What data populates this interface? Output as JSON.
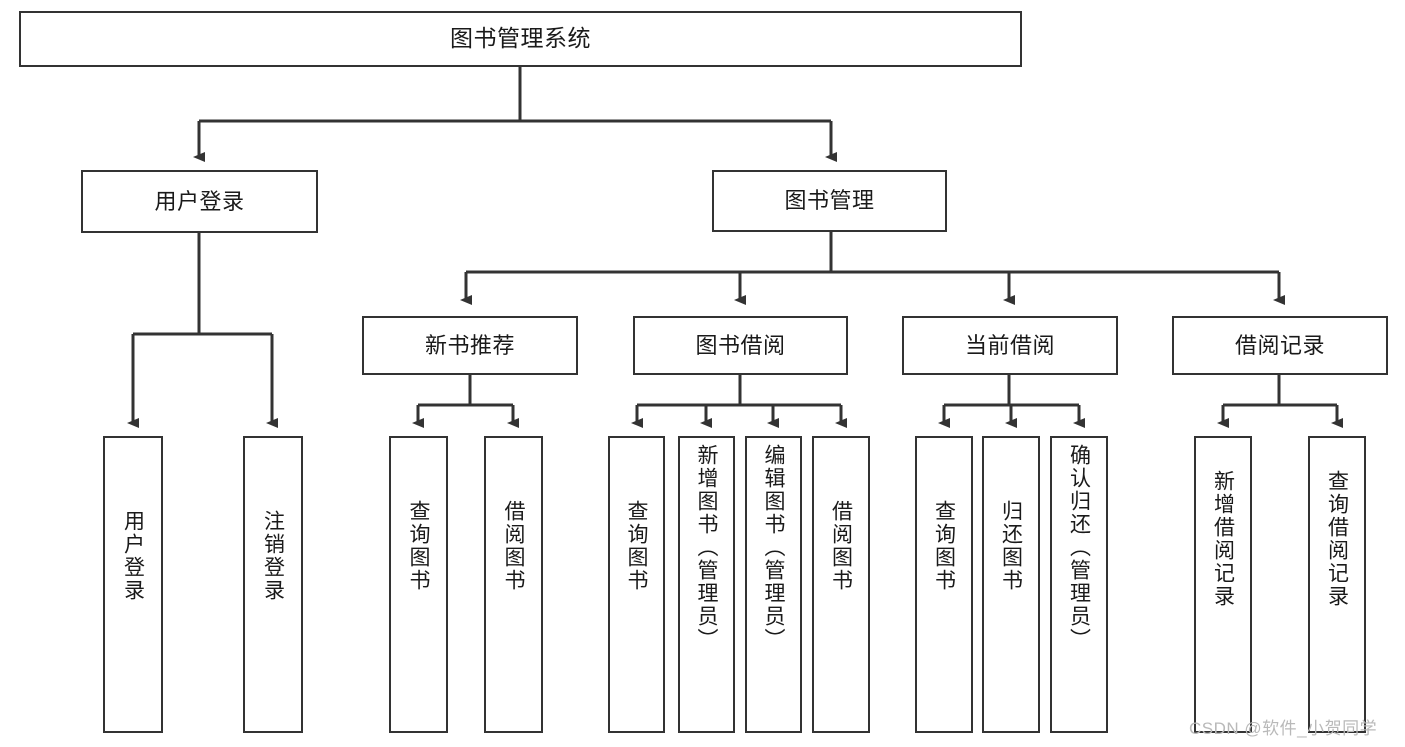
{
  "diagram": {
    "title": "图书管理系统",
    "type": "tree-hierarchy",
    "root": {
      "label": "图书管理系统"
    },
    "level2": [
      {
        "label": "用户登录"
      },
      {
        "label": "图书管理"
      }
    ],
    "level3": [
      {
        "label": "新书推荐"
      },
      {
        "label": "图书借阅"
      },
      {
        "label": "当前借阅"
      },
      {
        "label": "借阅记录"
      }
    ],
    "leaves": {
      "user_login": [
        {
          "label": "用户登录"
        },
        {
          "label": "注销登录"
        }
      ],
      "new_book_recommend": [
        {
          "label": "查询图书"
        },
        {
          "label": "借阅图书"
        }
      ],
      "book_borrow": [
        {
          "label": "查询图书"
        },
        {
          "label": "新增图书（管理员）"
        },
        {
          "label": "编辑图书（管理员）"
        },
        {
          "label": "借阅图书"
        }
      ],
      "current_borrow": [
        {
          "label": "查询图书"
        },
        {
          "label": "归还图书"
        },
        {
          "label": "确认归还（管理员）"
        }
      ],
      "borrow_record": [
        {
          "label": "新增借阅记录"
        },
        {
          "label": "查询借阅记录"
        }
      ]
    }
  },
  "watermark": {
    "text": "CSDN @软件_小贺同学"
  },
  "colors": {
    "stroke": "#333333",
    "fill": "#ffffff",
    "text": "#1a1a1a",
    "watermark": "#b9b9b9"
  }
}
